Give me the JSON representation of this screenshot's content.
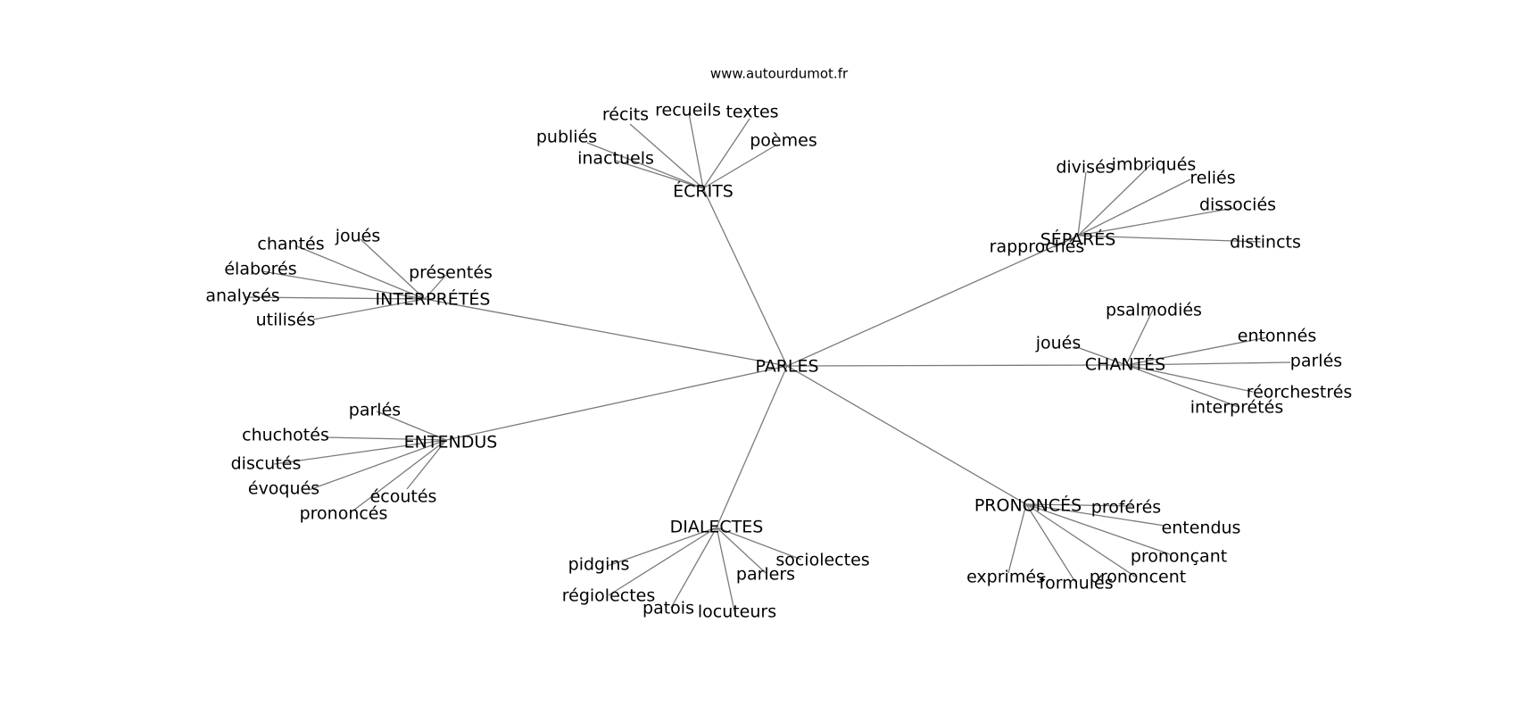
{
  "site": "www.autourdumot.fr",
  "center": "PARLES",
  "groups": [
    {
      "label": "ÉCRITS",
      "leaves": [
        "récits",
        "recueils",
        "textes",
        "publiés",
        "inactuels",
        "poèmes"
      ]
    },
    {
      "label": "SÉPARÉS",
      "leaves": [
        "divisés",
        "imbriqués",
        "reliés",
        "dissociés",
        "distincts",
        "rapprochés"
      ]
    },
    {
      "label": "INTERPRÉTÉS",
      "leaves": [
        "chantés",
        "joués",
        "présentés",
        "élaborés",
        "analysés",
        "utilisés"
      ]
    },
    {
      "label": "CHANTÉS",
      "leaves": [
        "psalmodiés",
        "joués",
        "entonnés",
        "parlés",
        "réorchestrés",
        "interprétés"
      ]
    },
    {
      "label": "ENTENDUS",
      "leaves": [
        "parlés",
        "chuchotés",
        "discutés",
        "évoqués",
        "écoutés",
        "prononcés"
      ]
    },
    {
      "label": "PRONONCÉS",
      "leaves": [
        "proférés",
        "entendus",
        "prononçant",
        "prononcent",
        "formulés",
        "exprimés"
      ]
    },
    {
      "label": "DIALECTES",
      "leaves": [
        "pidgins",
        "régiolectes",
        "patois",
        "locuteurs",
        "parlers",
        "sociolectes"
      ]
    }
  ]
}
